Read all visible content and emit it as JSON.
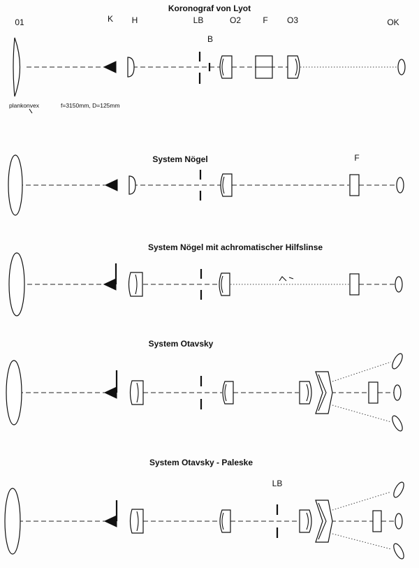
{
  "panels": [
    {
      "title": "Koronograf von Lyot",
      "labels": {
        "o1": "01",
        "k": "K",
        "h": "H",
        "lb": "LB",
        "b": "B",
        "o2": "O2",
        "f": "F",
        "o3": "O3",
        "ok": "OK"
      },
      "notes": {
        "lens_type": "plankonvex",
        "params": "f=3150mm, D=125mm"
      }
    },
    {
      "title": "System Nögel",
      "labels": {
        "f": "F"
      }
    },
    {
      "title": "System Nögel mit achromatischer Hilfslinse"
    },
    {
      "title": "System Otavsky"
    },
    {
      "title": "System Otavsky - Paleske",
      "labels": {
        "lb": "LB"
      }
    }
  ],
  "colors": {
    "ink": "#111111",
    "paper": "#fdfdfd"
  }
}
